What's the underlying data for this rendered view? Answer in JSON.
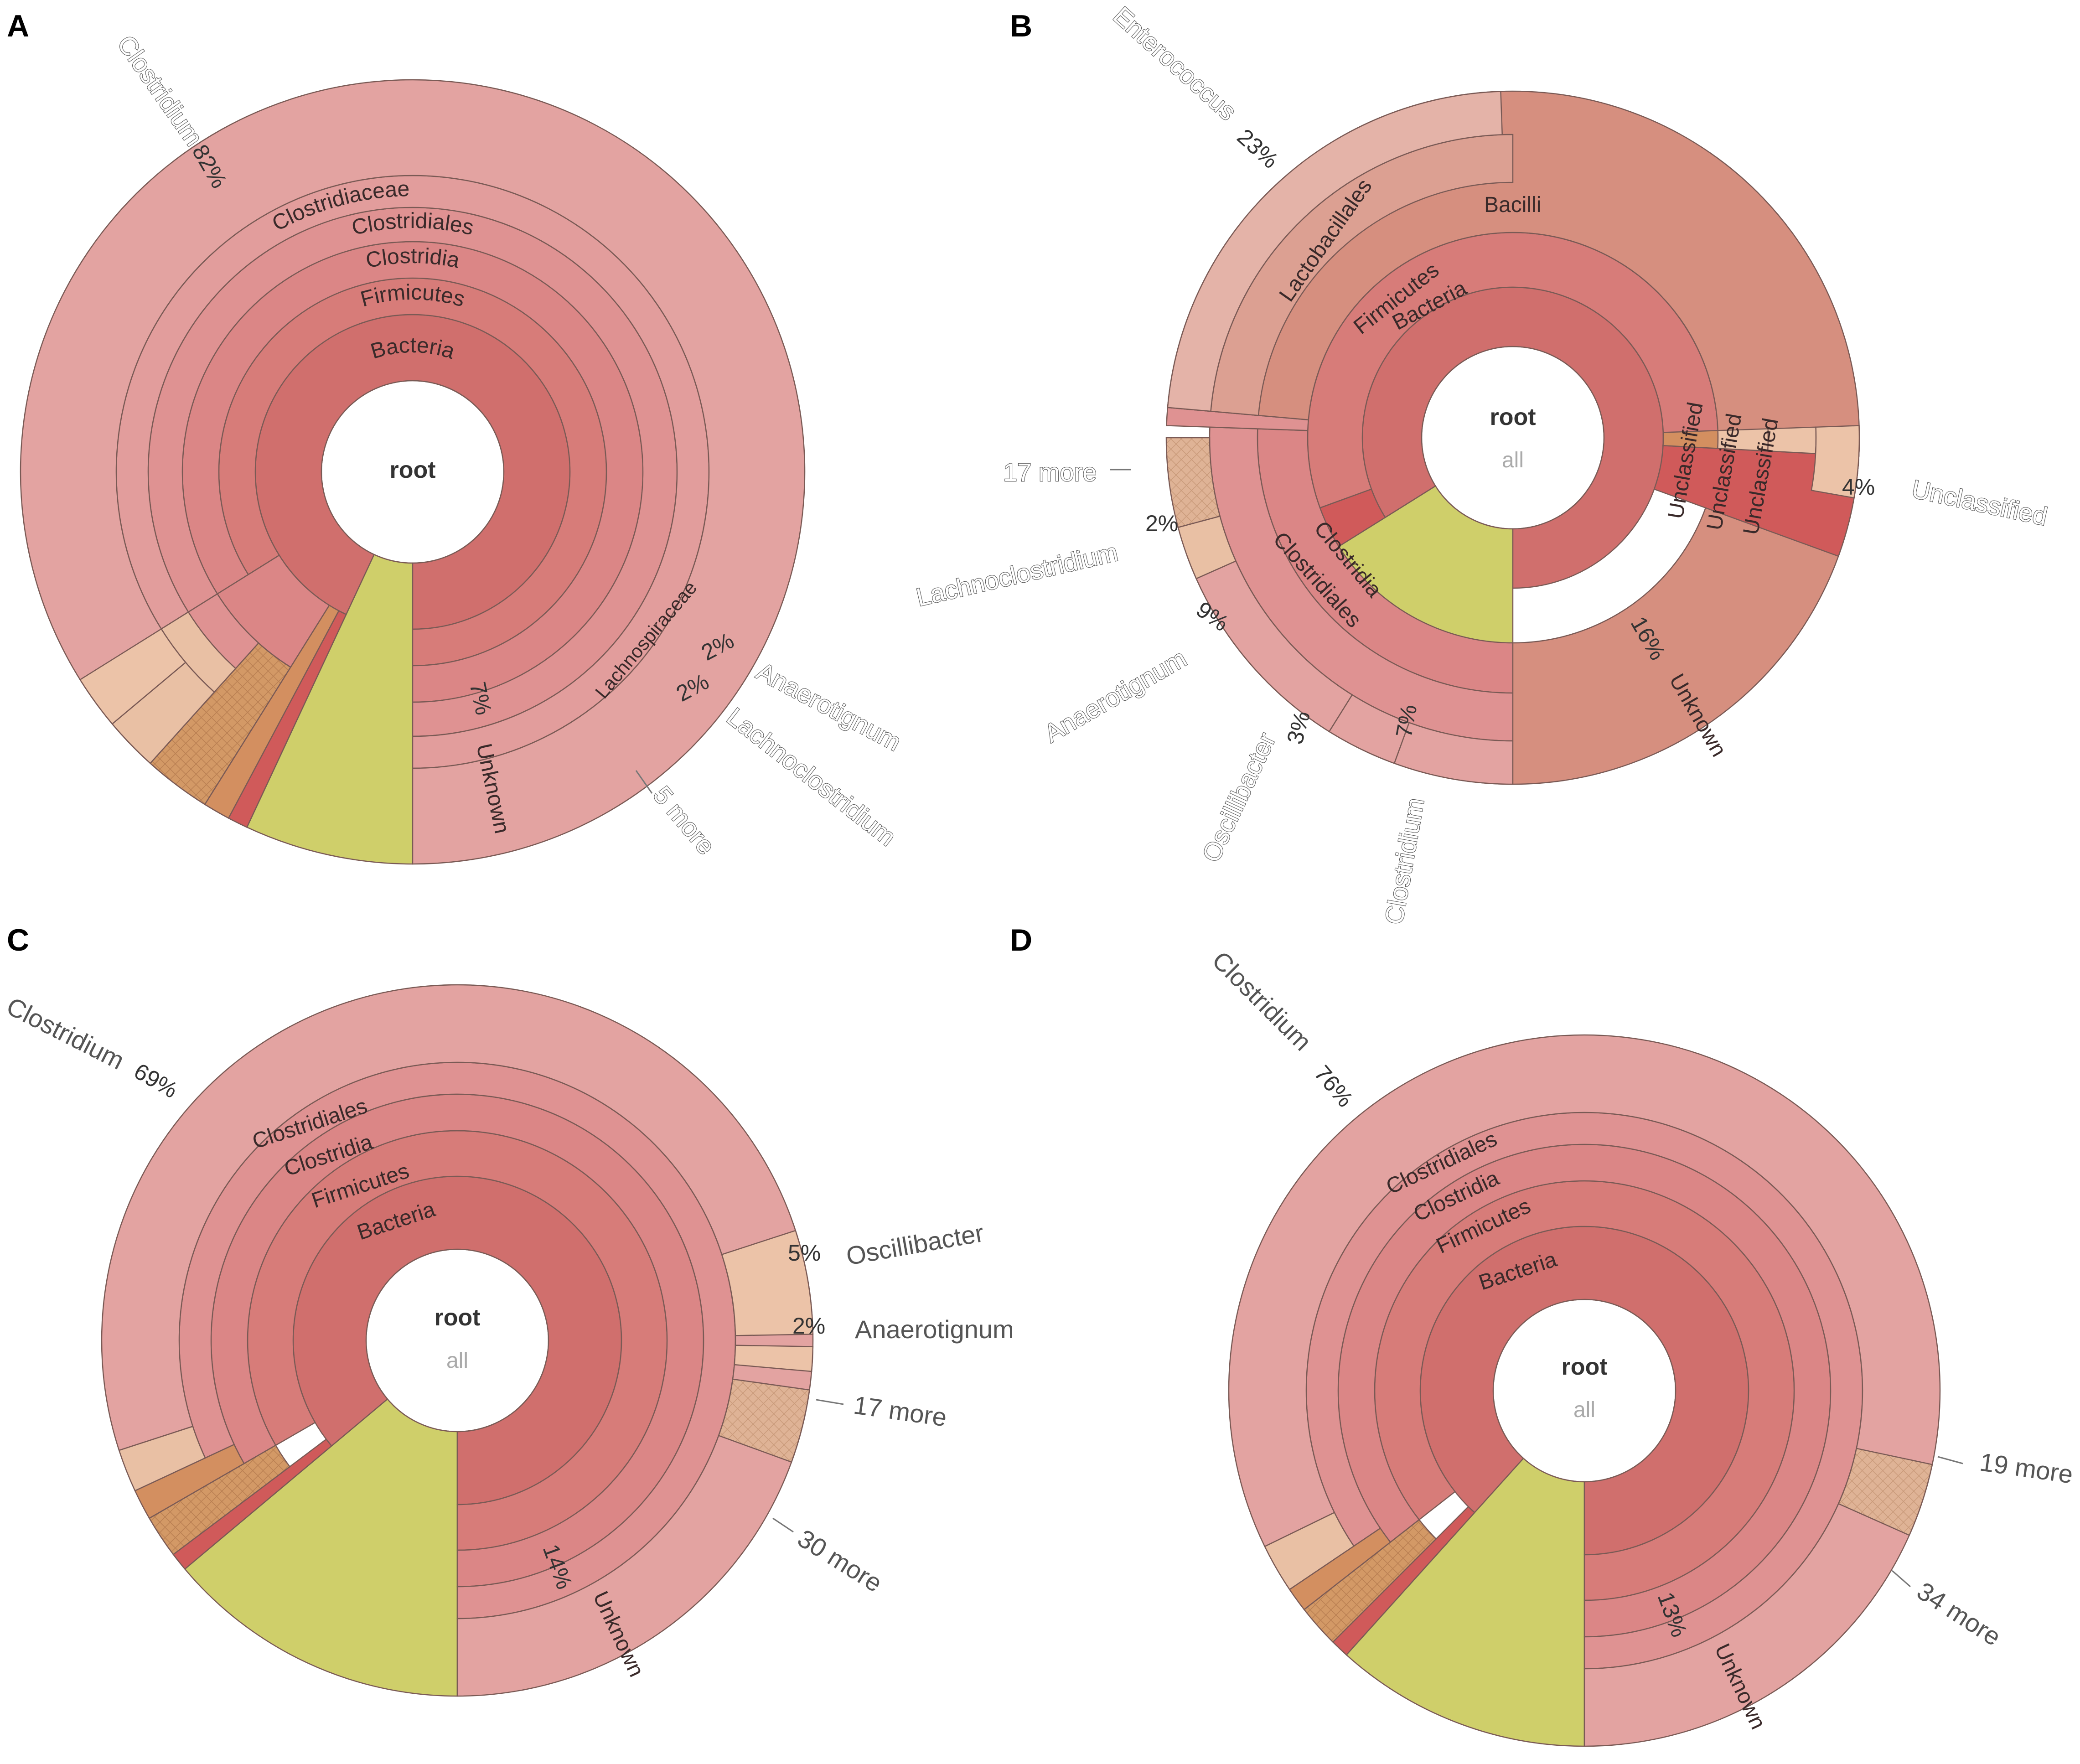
{
  "colors": {
    "bacteria": "#d06f6d",
    "firmicutes": "#d77c79",
    "clostridia": "#db8686",
    "clostridiales": "#df9292",
    "clostridiaceae": "#e29d9c",
    "clostridium": "#e3a3a1",
    "unknown": "#cfcf6a",
    "bacilli": "#d68f7f",
    "lactobacillales": "#dca092",
    "enterococcus": "#e4b3a8",
    "unclassified": "#ecc3a8",
    "lachno": "#e9c0a4",
    "hatch": "#d9ac8a",
    "tan": "#d38f60",
    "red": "#d05a5a",
    "root": "#ffffff"
  },
  "chart_data": [
    {
      "panel": "A",
      "type": "sunburst",
      "center": {
        "label": "root",
        "sublabel": ""
      },
      "ring_labels": [
        "Bacteria",
        "Firmicutes",
        "Clostridia",
        "Clostridiales",
        "Clostridiaceae"
      ],
      "genera": [
        {
          "name": "Clostridium",
          "percent": 82,
          "value_label": "82%"
        },
        {
          "name": "Unknown",
          "percent": 7,
          "value_label": "7%"
        },
        {
          "name": "Anaerotignum",
          "percent": 2,
          "value_label": "2%"
        },
        {
          "name": "Lachnoclostridium",
          "percent": 2,
          "value_label": "2%"
        },
        {
          "name": "5 more",
          "percent": 3,
          "value_label": ""
        }
      ],
      "extra_labels": [
        "Lachnospiraceae"
      ]
    },
    {
      "panel": "B",
      "type": "sunburst",
      "center": {
        "label": "root",
        "sublabel": "all"
      },
      "ring_labels": [
        "Bacteria",
        "Firmicutes",
        "Bacilli",
        "Lactobacillales",
        "Clostridia",
        "Clostridiales",
        "Unclassified",
        "Unclassified",
        "Unclassified"
      ],
      "genera": [
        {
          "name": "Enterococcus",
          "percent": 23,
          "value_label": "23%"
        },
        {
          "name": "Unclassified",
          "percent": 4,
          "value_label": "4%"
        },
        {
          "name": "Unknown",
          "percent": 16,
          "value_label": "16%"
        },
        {
          "name": "Clostridium",
          "percent": 7,
          "value_label": "7%"
        },
        {
          "name": "Oscillibacter",
          "percent": 3,
          "value_label": "3%"
        },
        {
          "name": "Anaerotignum",
          "percent": 9,
          "value_label": "9%"
        },
        {
          "name": "Lachnoclostridium",
          "percent": 2,
          "value_label": "2%"
        },
        {
          "name": "17 more",
          "percent": 3,
          "value_label": ""
        }
      ]
    },
    {
      "panel": "C",
      "type": "sunburst",
      "center": {
        "label": "root",
        "sublabel": "all"
      },
      "ring_labels": [
        "Bacteria",
        "Firmicutes",
        "Clostridia",
        "Clostridiales"
      ],
      "genera": [
        {
          "name": "Clostridium",
          "percent": 69,
          "value_label": "69%"
        },
        {
          "name": "Oscillibacter",
          "percent": 5,
          "value_label": "5%"
        },
        {
          "name": "Anaerotignum",
          "percent": 2,
          "value_label": "2%"
        },
        {
          "name": "17 more",
          "percent": 3,
          "value_label": ""
        },
        {
          "name": "30 more",
          "percent": 5,
          "value_label": ""
        },
        {
          "name": "Unknown",
          "percent": 14,
          "value_label": "14%"
        }
      ]
    },
    {
      "panel": "D",
      "type": "sunburst",
      "center": {
        "label": "root",
        "sublabel": "all"
      },
      "ring_labels": [
        "Bacteria",
        "Firmicutes",
        "Clostridia",
        "Clostridiales"
      ],
      "genera": [
        {
          "name": "Clostridium",
          "percent": 76,
          "value_label": "76%"
        },
        {
          "name": "19 more",
          "percent": 4,
          "value_label": ""
        },
        {
          "name": "34 more",
          "percent": 5,
          "value_label": ""
        },
        {
          "name": "Unknown",
          "percent": 13,
          "value_label": "13%"
        }
      ]
    }
  ]
}
